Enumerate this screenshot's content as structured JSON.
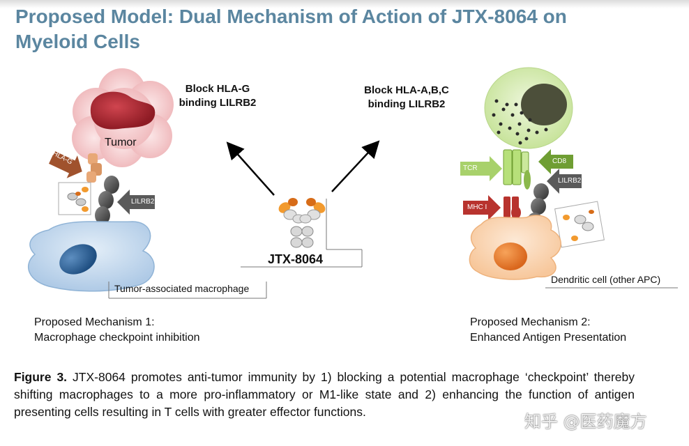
{
  "title": "Proposed Model: Dual Mechanism of Action of JTX-8064 on Myeloid Cells",
  "left_action": {
    "line1": "Block HLA-G",
    "line2": "binding LILRB2"
  },
  "right_action": {
    "line1": "Block HLA-A,B,C",
    "line2": "binding LILRB2"
  },
  "center_label": "JTX-8064",
  "labels": {
    "tumor": "Tumor",
    "hla_g": "HLA-G",
    "lilrb2_left": "LILRB2",
    "lilrb2_right": "LILRB2",
    "tcr": "TCR",
    "cd8": "CD8",
    "mhc": "MHC I",
    "macrophage": "Tumor-associated macrophage",
    "dendritic": "Dendritic cell (other APC)"
  },
  "mechanism1": {
    "line1": "Proposed Mechanism 1:",
    "line2": "Macrophage checkpoint inhibition"
  },
  "mechanism2": {
    "line1": "Proposed Mechanism 2:",
    "line2": "Enhanced Antigen Presentation"
  },
  "caption": {
    "lead": "Figure 3.",
    "text": " JTX-8064 promotes anti-tumor immunity by 1) blocking a potential macrophage ‘checkpoint’ thereby shifting macrophages to a more pro-inflammatory or M1-like state and 2) enhancing the function of antigen presenting cells resulting in T cells with greater effector functions."
  },
  "watermark": "知乎 @医药魔方",
  "colors": {
    "title": "#5b86a0",
    "tumor": "#f2c4c6",
    "macrophage": "#c8dcef",
    "tcell": "#d9ecb6",
    "dendritic": "#fbdcc0"
  }
}
